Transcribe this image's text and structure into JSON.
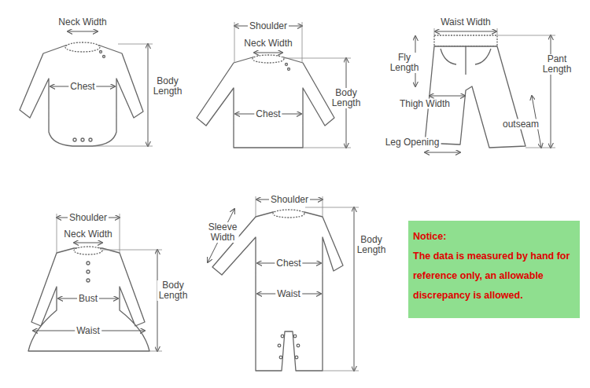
{
  "diagram": {
    "nodes": [
      {
        "text": [
          "Notice:",
          "The data is measured by hand for reference only, an allowable discrepancy is allowed."
        ]
      }
    ],
    "labels": [
      "Neck Width",
      "Body Length",
      "Chest",
      "Shoulder",
      "Neck Width",
      "Body Length",
      "Chest",
      "Waist Width",
      "Fly Length",
      "Pant Length",
      "Thigh Width",
      "outseam",
      "Leg Opening",
      "Shoulder",
      "Neck Width",
      "Body Length",
      "Bust",
      "Waist",
      "Shoulder",
      "Sleeve Width",
      "Body Length",
      "Chest",
      "Waist"
    ]
  }
}
